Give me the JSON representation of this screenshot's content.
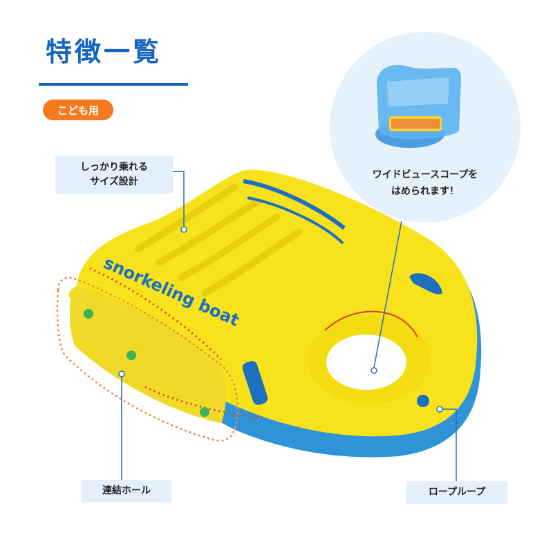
{
  "page": {
    "title": "特徴一覧",
    "badge": "こども用"
  },
  "callouts": {
    "fit": {
      "lines": [
        "しっかり乗れる",
        "サイズ設計"
      ]
    },
    "scope": {
      "lines": [
        "ワイドビュースコープを",
        "はめられます！"
      ]
    },
    "hole": {
      "text": "連結ホール"
    },
    "rope": {
      "text": "ロープループ"
    }
  },
  "product": {
    "print": "snorkeling boat",
    "colors": {
      "body": "#f7e21c",
      "base": "#2f93d8",
      "accent": "#1e6fc0",
      "dots": "#e23c2a"
    }
  },
  "theme": {
    "title_color": "#1565c0",
    "badge_color": "#f47a1f",
    "label_bg": "#e3f0fb",
    "hole_outline": "#f08a3c"
  }
}
